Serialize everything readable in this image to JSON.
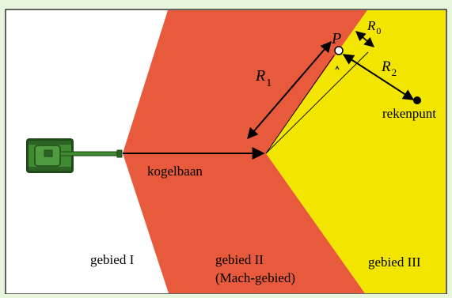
{
  "colors": {
    "background": "#e6f5dc",
    "panel": "#ffffff",
    "region_ii": "#e85a3c",
    "region_iii": "#f2e600",
    "tank_body": "#3f8a32",
    "tank_dark": "#1f4a18"
  },
  "icons": {
    "tank": "tank-icon",
    "point_p": "hollow-circle-icon",
    "calc_point": "filled-circle-icon"
  },
  "labels": {
    "kogelbaan": "kogelbaan",
    "rekenpunt": "rekenpunt",
    "p": "P",
    "r0": "R",
    "r0_sub": "0",
    "r1": "R",
    "r1_sub": "1",
    "r2": "R",
    "r2_sub": "2",
    "region1": "gebied I",
    "region2_line1": "gebied II",
    "region2_line2": "(Mach-gebied)",
    "region3": "gebied III"
  }
}
